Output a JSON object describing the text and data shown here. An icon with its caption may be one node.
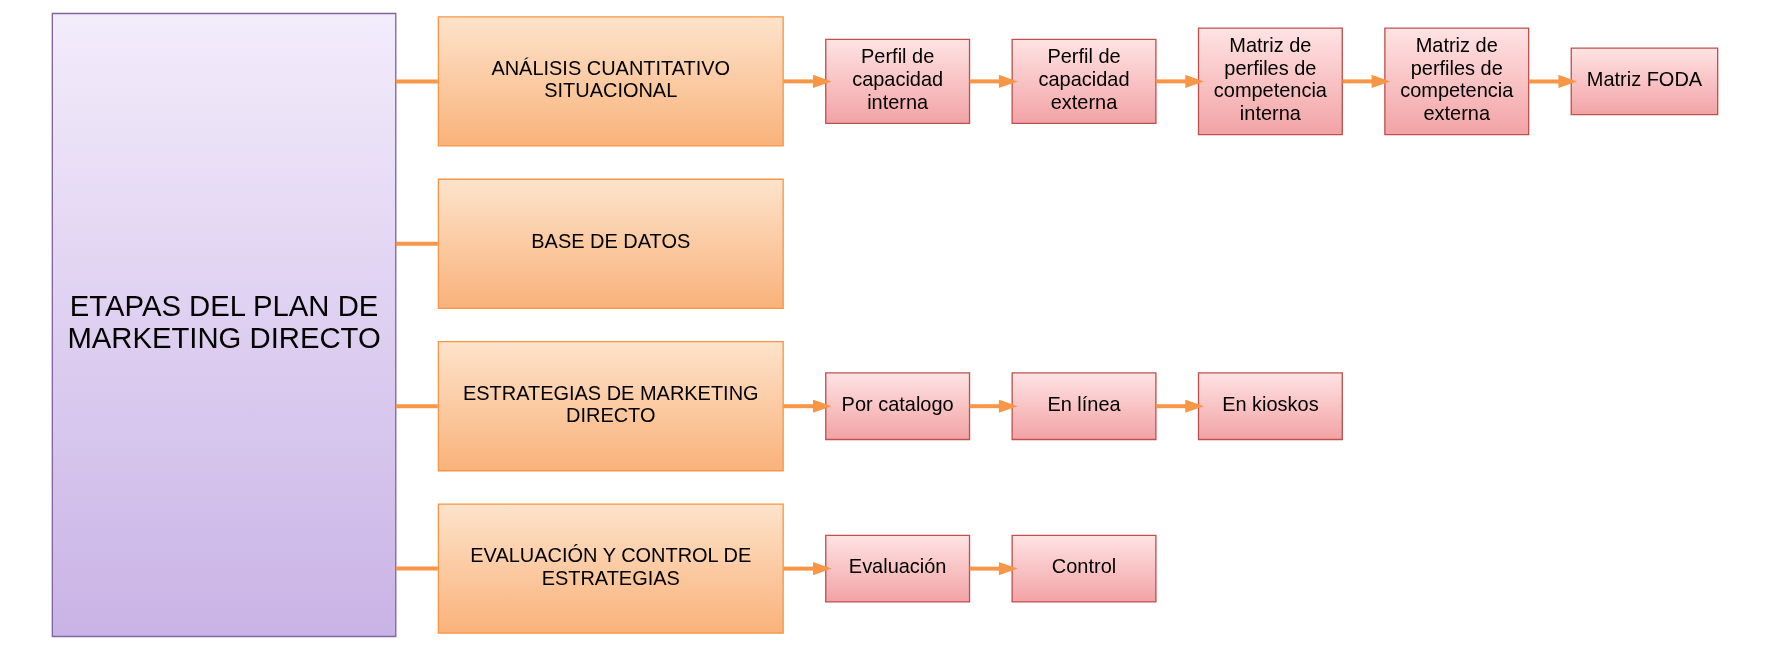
{
  "diagram": {
    "nodes": [
      {
        "text": [
          "ETAPAS DEL PLAN DE MARKETING DIRECTO"
        ]
      },
      {
        "text": [
          "ANÁLISIS CUANTITATIVO SITUACIONAL"
        ]
      },
      {
        "text": [
          "BASE DE DATOS"
        ]
      },
      {
        "text": [
          "ESTRATEGIAS DE MARKETING DIRECTO"
        ]
      },
      {
        "text": [
          "EVALUACIÓN Y CONTROL DE ESTRATEGIAS"
        ]
      },
      {
        "text": [
          "Perfil de capacidad interna"
        ]
      },
      {
        "text": [
          "Perfil de capacidad externa"
        ]
      },
      {
        "text": [
          "Matriz de perfiles de competencia interna"
        ]
      },
      {
        "text": [
          "Matriz de perfiles de competencia externa"
        ]
      },
      {
        "text": [
          "Matriz FODA"
        ]
      },
      {
        "text": [
          "Por catalogo"
        ]
      },
      {
        "text": [
          "En línea"
        ]
      },
      {
        "text": [
          "En kioskos"
        ]
      },
      {
        "text": [
          "Evaluación"
        ]
      },
      {
        "text": [
          "Control"
        ]
      }
    ],
    "edges": [
      {
        "from": 0,
        "to": 1,
        "arrow": "none"
      },
      {
        "from": 0,
        "to": 2,
        "arrow": "none"
      },
      {
        "from": 0,
        "to": 3,
        "arrow": "none"
      },
      {
        "from": 0,
        "to": 4,
        "arrow": "none"
      },
      {
        "from": 1,
        "to": 5,
        "arrow": "to"
      },
      {
        "from": 5,
        "to": 6,
        "arrow": "to"
      },
      {
        "from": 6,
        "to": 7,
        "arrow": "to"
      },
      {
        "from": 7,
        "to": 8,
        "arrow": "to"
      },
      {
        "from": 8,
        "to": 9,
        "arrow": "to"
      },
      {
        "from": 3,
        "to": 10,
        "arrow": "to"
      },
      {
        "from": 10,
        "to": 11,
        "arrow": "to"
      },
      {
        "from": 11,
        "to": 12,
        "arrow": "to"
      },
      {
        "from": 4,
        "to": 13,
        "arrow": "to"
      },
      {
        "from": 13,
        "to": 14,
        "arrow": "to"
      }
    ]
  }
}
